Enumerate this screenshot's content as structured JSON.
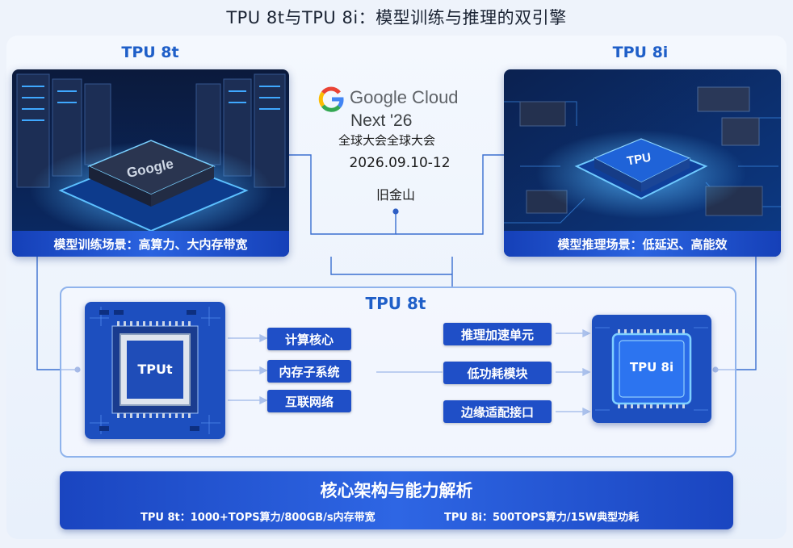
{
  "title": "TPU 8t与TPU 8i：模型训练与推理的双引擎",
  "left_card": {
    "heading": "TPU 8t",
    "chip_logo": "Google",
    "caption": "模型训练场景：高算力、大内存带宽"
  },
  "right_card": {
    "heading": "TPU 8i",
    "chip_label": "TPU",
    "caption": "模型推理场景：低延迟、高能效"
  },
  "event": {
    "brand": "Google Cloud",
    "edition": "Next '26",
    "subtitle": "全球大会全球大会",
    "date": "2026.09.10-12",
    "location": "旧金山"
  },
  "architecture": {
    "heading": "TPU 8t",
    "left_chip_label": "TPUt",
    "right_chip_label": "TPU 8i",
    "left_items": [
      "计算核心",
      "内存子系统",
      "互联网络"
    ],
    "right_items": [
      "推理加速单元",
      "低功耗模块",
      "边缘适配接口"
    ]
  },
  "summary": {
    "title": "核心架构与能力解析",
    "spec_8t": "TPU 8t：1000+TOPS算力/800GB/s内存带宽",
    "spec_8i": "TPU 8i：500TOPS算力/15W典型功耗"
  },
  "colors": {
    "accent": "#1f4fc7",
    "heading": "#1f5fc8",
    "line": "#3a6fd0",
    "google_blue": "#4285F4",
    "google_red": "#EA4335",
    "google_yellow": "#FBBC05",
    "google_green": "#34A853"
  }
}
